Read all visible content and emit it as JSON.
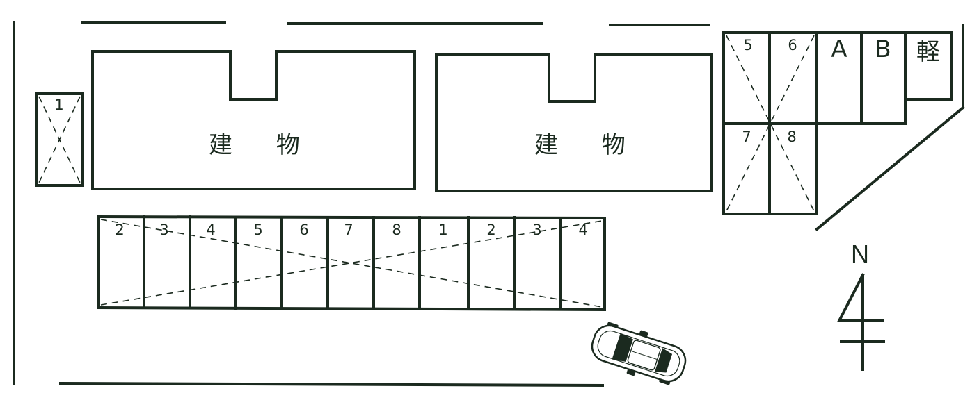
{
  "buildings": [
    {
      "label": "建 物"
    },
    {
      "label": "建 物"
    }
  ],
  "left_single_spot": {
    "number": "1"
  },
  "bottom_row_spots": [
    "2",
    "3",
    "4",
    "5",
    "6",
    "7",
    "8",
    "1",
    "2",
    "3",
    "4"
  ],
  "right_block": {
    "top_spots": [
      "5",
      "6",
      "A",
      "B",
      "軽"
    ],
    "lower_spots": [
      "7",
      "8"
    ]
  },
  "compass": {
    "label": "N"
  }
}
